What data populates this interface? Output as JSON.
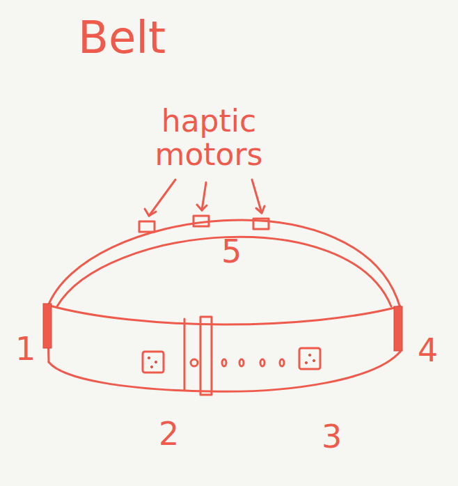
{
  "diagram": {
    "title": "Belt",
    "labels": [
      "haptic motors",
      "5",
      "1",
      "4",
      "2",
      "3"
    ]
  }
}
